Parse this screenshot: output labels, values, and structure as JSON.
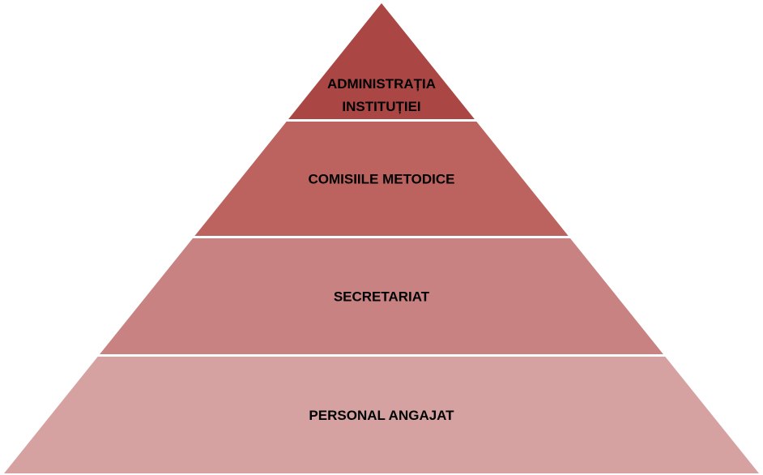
{
  "diagram": {
    "type": "pyramid",
    "levels": [
      {
        "lines": [
          "ADMINISTRAȚIA",
          "INSTITUȚIEI"
        ],
        "color": "#aa4744"
      },
      {
        "lines": [
          "COMISIILE  METODICE"
        ],
        "color": "#bc6360"
      },
      {
        "lines": [
          "SECRETARIAT"
        ],
        "color": "#c98282"
      },
      {
        "lines": [
          "PERSONAL ANGAJAT"
        ],
        "color": "#d6a2a1"
      }
    ]
  }
}
